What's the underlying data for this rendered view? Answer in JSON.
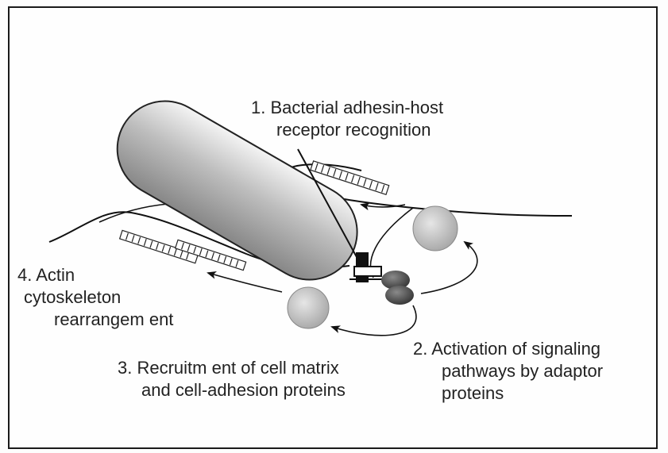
{
  "labels": {
    "step1": [
      "1. Bacterial adhesin-host",
      "receptor recognition"
    ],
    "step2": [
      "2. Activation of signaling",
      "pathways by adaptor",
      "proteins"
    ],
    "step3": [
      "3. Recruitm ent of cell matrix",
      "and cell-adhesion proteins"
    ],
    "step4": [
      "4. Actin",
      "cytoskeleton",
      "rearrangem ent"
    ]
  },
  "colors": {
    "bacterium_light": "#f2f2f2",
    "bacterium_dark": "#8c8c8c",
    "sphere_light": "#dedede",
    "sphere_dark": "#a9a9a9",
    "adaptor": "#4d4d4d",
    "line": "#111111",
    "text": "#222222"
  },
  "icons": [
    "bacterium-rod",
    "host-membrane",
    "actin-filament",
    "adhesion-protein-sphere",
    "adaptor-protein",
    "receptor-complex",
    "curved-arrow"
  ]
}
